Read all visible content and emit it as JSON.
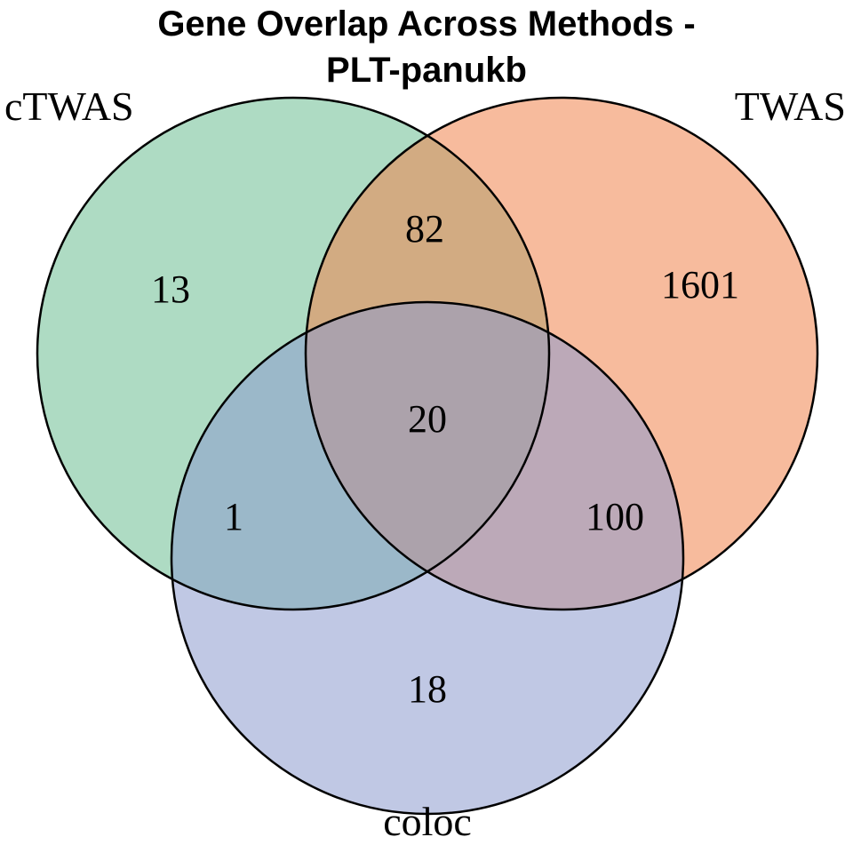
{
  "title_lines": {
    "line1": "Gene Overlap Across Methods -",
    "line2": "PLT-panukb"
  },
  "chart_data": {
    "type": "venn",
    "title": "Gene Overlap Across Methods - PLT-panukb",
    "sets": [
      "cTWAS",
      "TWAS",
      "coloc"
    ],
    "colors": {
      "cTWAS": "#6bbe92",
      "TWAS": "#f0834d",
      "coloc": "#8c9bcd"
    },
    "outline_color": "#000000",
    "fill_opacity": 0.55,
    "regions": [
      {
        "sets": [
          "cTWAS"
        ],
        "label": "cTWAS only",
        "value": "13"
      },
      {
        "sets": [
          "TWAS"
        ],
        "label": "TWAS only",
        "value": "1601"
      },
      {
        "sets": [
          "coloc"
        ],
        "label": "coloc only",
        "value": "18"
      },
      {
        "sets": [
          "cTWAS",
          "TWAS"
        ],
        "label": "cTWAS and TWAS",
        "value": "82"
      },
      {
        "sets": [
          "cTWAS",
          "coloc"
        ],
        "label": "cTWAS and coloc",
        "value": "1"
      },
      {
        "sets": [
          "TWAS",
          "coloc"
        ],
        "label": "TWAS and coloc",
        "value": "100"
      },
      {
        "sets": [
          "cTWAS",
          "TWAS",
          "coloc"
        ],
        "label": "cTWAS, TWAS and coloc",
        "value": "20"
      }
    ]
  }
}
